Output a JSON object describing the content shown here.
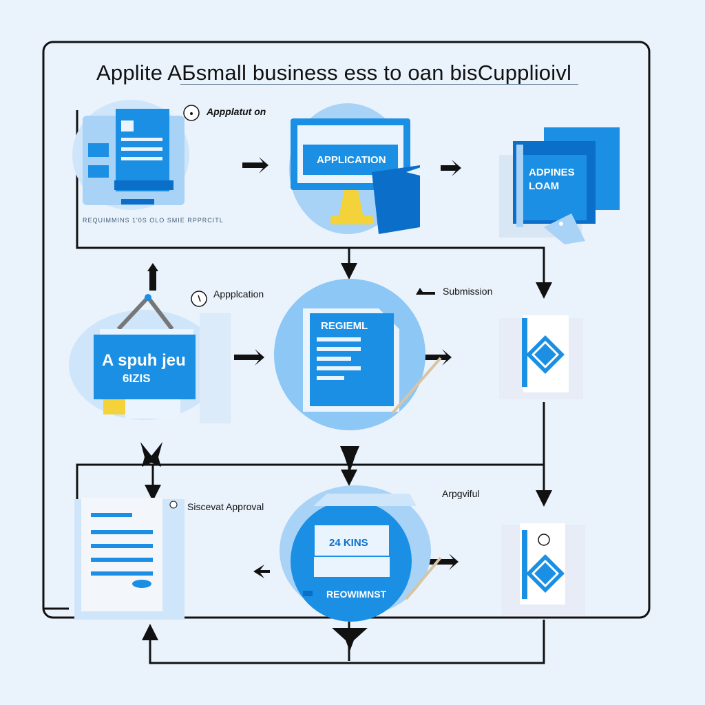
{
  "title": "Applite AБsmall business ess to oan bisCupplioivl",
  "labels": {
    "top_step": "Appplatut on",
    "top_caption": "REQUIMMINS 1'0S OLO SMIE RPPRCITL",
    "application_card": "APPLICATION",
    "loan_card_line1": "ADPINES",
    "loan_card_line2": "LOAM",
    "mid_step": "Appplcation",
    "submission": "Submission",
    "board_line1": "A spuh jeu",
    "board_line2": "6IZIS",
    "regieml": "REGIEML",
    "approval_step": "Siscevat Approval",
    "appgviful": "Arpgviful",
    "kins_card": "24 KINS",
    "reowimnst": "REOWIMNST"
  },
  "colors": {
    "primary_blue": "#1a8fe3",
    "dark_blue": "#0b6fc9",
    "light_blue": "#a9d2f7",
    "background": "#eaf3fc",
    "line": "#111111",
    "accent_yellow": "#f4d23a"
  }
}
